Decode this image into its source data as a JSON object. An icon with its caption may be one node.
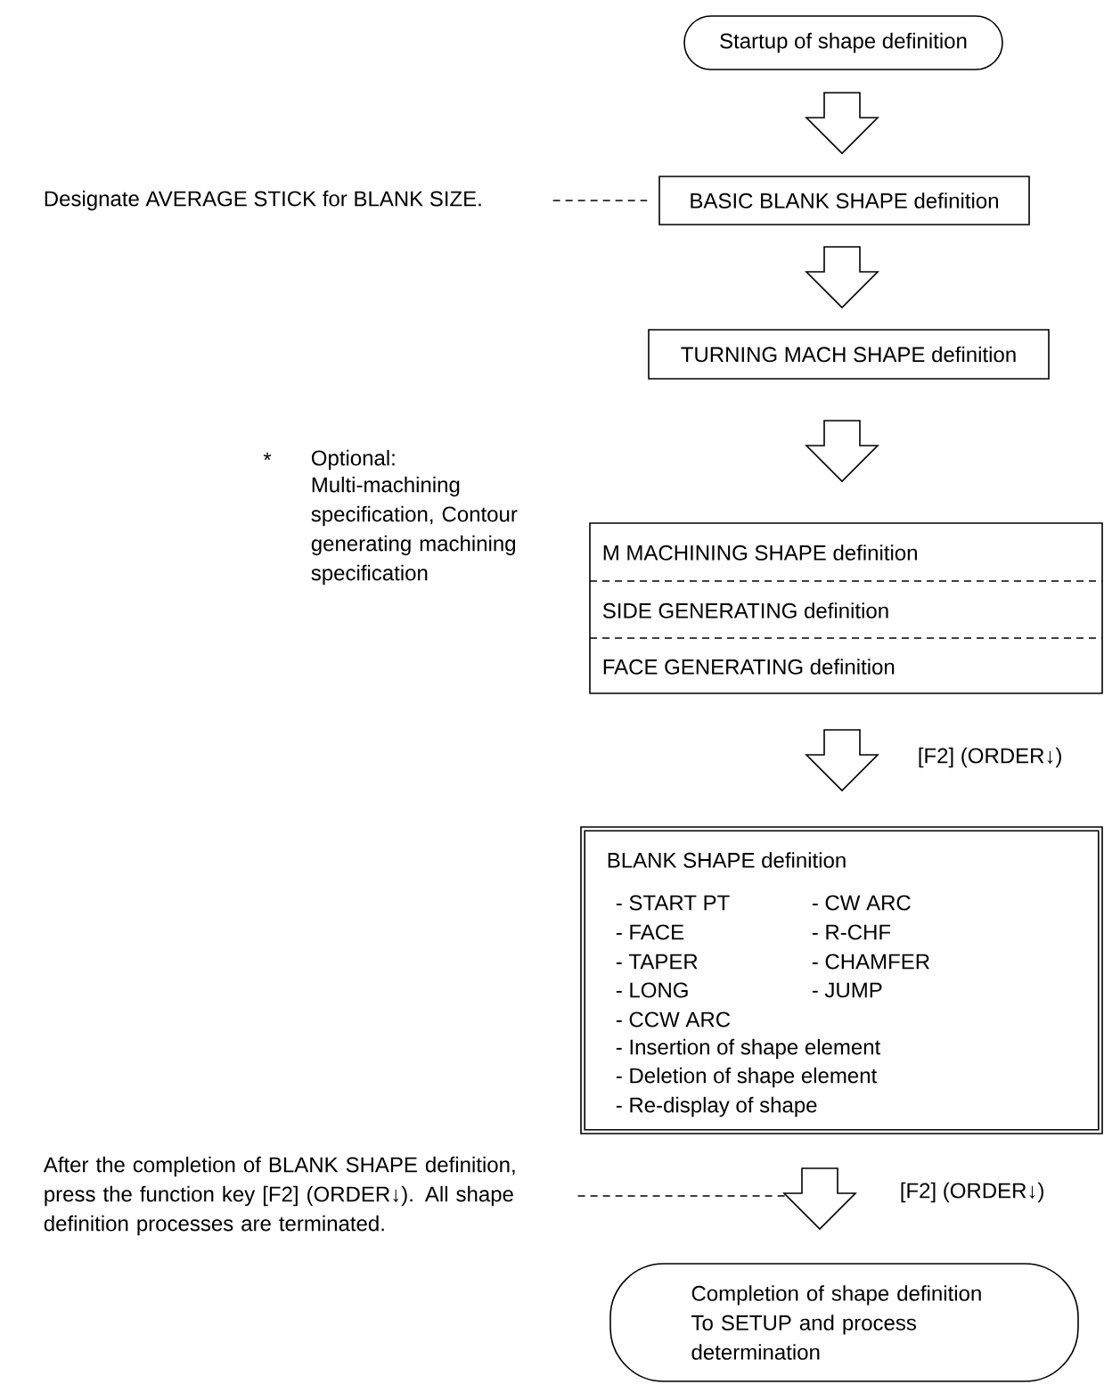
{
  "diagram": {
    "nodes": [
      {
        "text": [
          "Startup of shape definition"
        ]
      },
      {
        "text": [
          "Designate AVERAGE STICK for BLANK SIZE."
        ]
      },
      {
        "text": [
          "BASIC BLANK SHAPE definition"
        ]
      },
      {
        "text": [
          "TURNING MACH SHAPE definition"
        ]
      },
      {
        "text": [
          "M MACHINING SHAPE definition",
          "SIDE GENERATING definition",
          "FACE GENERATING definition"
        ]
      },
      {
        "text": [
          "BLANK SHAPE definition",
          "- START PT",
          "- CW ARC",
          "- FACE",
          "- R-CHF",
          "- TAPER",
          "- CHAMFER",
          "- LONG",
          "- JUMP",
          "- CCW ARC",
          "- Insertion of shape element",
          "- Deletion of shape element",
          "- Re-display of shape"
        ]
      },
      {
        "text": [
          "After the completion of BLANK SHAPE definition, press the function key [F2] (ORDER↓). All shape definition processes are terminated."
        ]
      },
      {
        "text": [
          "Completion of shape definition To SETUP and process determination"
        ]
      }
    ],
    "edges": [
      {
        "from": 0,
        "to": 2,
        "arrow": "to"
      },
      {
        "from": 1,
        "to": 2,
        "arrow": "none",
        "style": "dashed"
      },
      {
        "from": 2,
        "to": 3,
        "arrow": "to"
      },
      {
        "from": 3,
        "to": 4,
        "arrow": "to"
      },
      {
        "from": 4,
        "to": 5,
        "arrow": "to",
        "label": "[F2] (ORDER↓)"
      },
      {
        "from": 5,
        "to": 7,
        "arrow": "to",
        "label": "[F2] (ORDER↓)"
      },
      {
        "from": 6,
        "to": null,
        "arrow": "none",
        "style": "dashed"
      }
    ],
    "labels": [
      "*",
      "Optional:",
      "Multi-machining specification, Contour generating machining specification"
    ]
  }
}
